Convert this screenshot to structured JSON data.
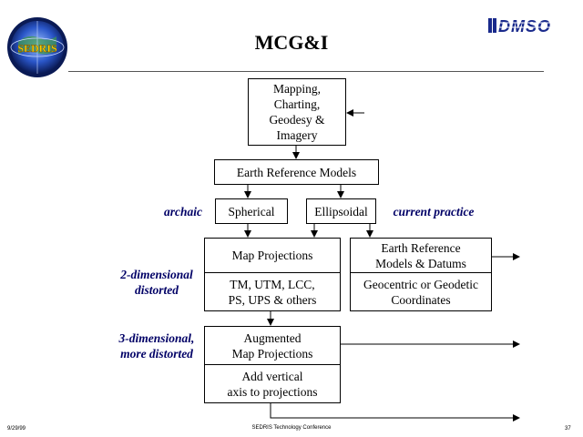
{
  "header": {
    "title": "MCG&I",
    "logo_left_text": "SEDRIS",
    "logo_right_text": "DMSO"
  },
  "boxes": {
    "top": "Mapping,\nCharting,\nGeodesy &\nImagery",
    "earth_models": "Earth Reference Models",
    "spherical": "Spherical",
    "ellipsoidal": "Ellipsoidal",
    "map_proj": "Map Projections",
    "map_proj_sub": "TM, UTM, LCC,\nPS, UPS & others",
    "earth_datums": "Earth Reference\nModels & Datums",
    "earth_datums_sub": "Geocentric or Geodetic\nCoordinates",
    "aug_proj": "Augmented\nMap Projections",
    "aug_proj_sub": "Add vertical\naxis to projections"
  },
  "side_labels": {
    "archaic": "archaic",
    "current": "current practice",
    "two_dim": "2-dimensional\ndistorted",
    "three_dim": "3-dimensional,\nmore distorted"
  },
  "footer": {
    "date": "9/29/99",
    "conference": "SEDRIS Technology Conference",
    "page": "37"
  },
  "colors": {
    "accent": "#000066",
    "logo_blue": "#1a2a8c"
  }
}
